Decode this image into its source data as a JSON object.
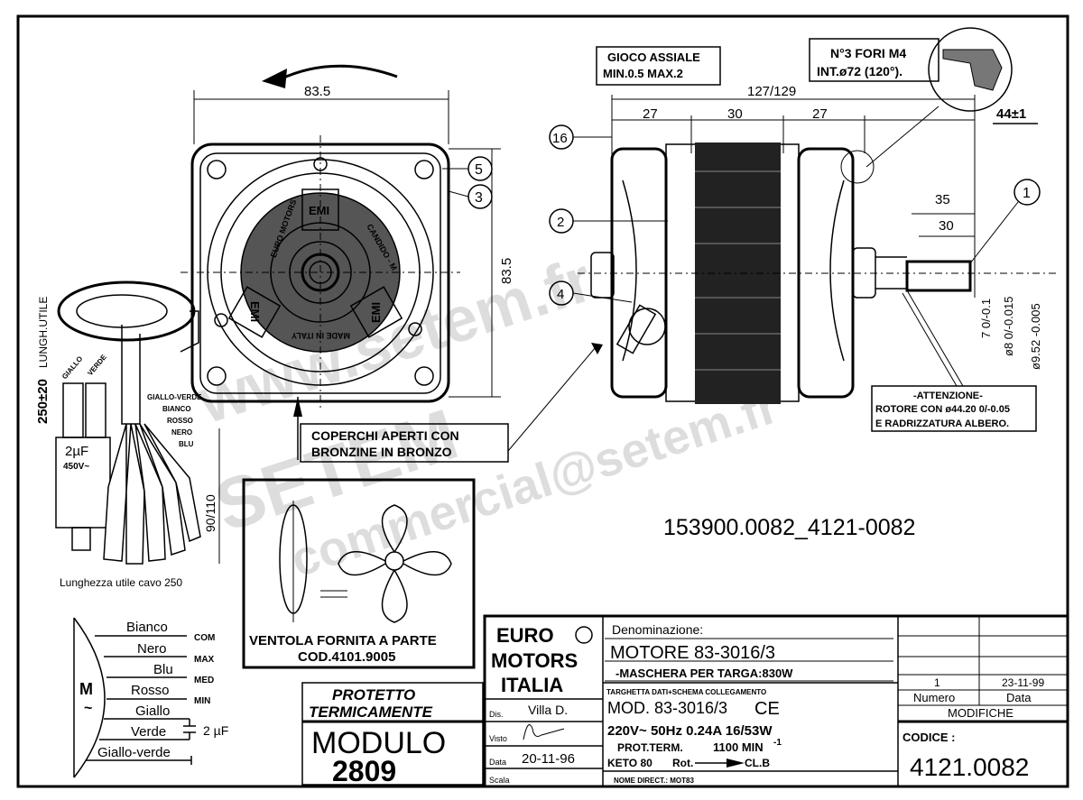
{
  "front_view": {
    "width_dim": "83.5",
    "height_dim": "83.5",
    "label_emi": "EMI",
    "ring_text_left": "EURO MOTORS",
    "ring_text_right": "CANDIDO - M",
    "ring_text_bottom": "MADE IN ITALY",
    "balloon_5": "5",
    "balloon_3": "3"
  },
  "side_view": {
    "overall_dim": "127/129",
    "dim_a": "27",
    "dim_b": "30",
    "dim_c": "27",
    "dim_44": "44±1",
    "dim_35": "35",
    "dim_30": "30",
    "tol_7": "7 0/-0.1",
    "tol_8": "ø8 0/-0.015",
    "tol_952": "ø9.52 -0.005",
    "balloon_16": "16",
    "balloon_2": "2",
    "balloon_4": "4",
    "balloon_1": "1"
  },
  "notes": {
    "gioco_line1": "GIOCO ASSIALE",
    "gioco_line2": "MIN.0.5  MAX.2",
    "fori_line1": "N°3 FORI M4",
    "fori_line2": "INT.ø72 (120°).",
    "attenzione_title": "-ATTENZIONE-",
    "attenzione_line1": "ROTORE CON ø44.20 0/-0.05",
    "attenzione_line2": "E RADRIZZATURA ALBERO.",
    "coperchi_line1": "COPERCHI APERTI CON",
    "coperchi_line2": "BRONZINE IN BRONZO",
    "part_code": "153900.0082_4121-0082"
  },
  "cable": {
    "length_dim": "250±20",
    "length_label": "LUNGH.UTILE",
    "wire_giallo": "GIALLO",
    "wire_verde": "VERDE",
    "wire_labels": [
      "GIALLO-VERDE",
      "BIANCO",
      "ROSSO",
      "NERO",
      "BLU"
    ],
    "capacitor_value": "2µF",
    "capacitor_voltage": "450V~",
    "terminal_dim": "90/110",
    "caption": "Lunghezza utile cavo 250"
  },
  "fan": {
    "line1": "VENTOLA FORNITA A PARTE",
    "line2": "COD.4101.9005"
  },
  "wiring": {
    "motor_symbol": "M",
    "motor_tilde": "~",
    "wires": [
      {
        "name": "Bianco",
        "function": "COM"
      },
      {
        "name": "Nero",
        "function": "MAX"
      },
      {
        "name": "Blu",
        "function": "MED"
      },
      {
        "name": "Rosso",
        "function": "MIN"
      },
      {
        "name": "Giallo",
        "function": ""
      },
      {
        "name": "Verde",
        "function": "2 µF"
      },
      {
        "name": "Giallo-verde",
        "function": ""
      }
    ]
  },
  "protection": {
    "line1": "PROTETTO",
    "line2": "TERMICAMENTE",
    "modulo_label": "MODULO",
    "modulo_number": "2809"
  },
  "title_block": {
    "logo": [
      "EURO",
      "MOTORS",
      "ITALIA"
    ],
    "dis_label": "Dis.",
    "dis_value": "Villa D.",
    "visto_label": "Visto",
    "data_label": "Data",
    "data_value": "20-11-96",
    "scala_label": "Scala",
    "denominazione_label": "Denominazione:",
    "denominazione_value": "MOTORE  83-3016/3",
    "maschera": "-MASCHERA  PER  TARGA:830W",
    "targhetta_label": "TARGHETTA DATI+SCHEMA COLLEGAMENTO",
    "mod": "MOD.  83-3016/3",
    "ce_mark": "CE",
    "electrical": "220V~ 50Hz 0.24A 16/53W",
    "prot_term": "PROT.TERM.",
    "speed": "1100 MIN",
    "speed_exp": "-1",
    "keto": "KETO 80",
    "rot": "Rot.",
    "rot_cl": "CL.B",
    "nome_direct": "NOME DIRECT.: MOT83",
    "modifiche_numero_value": "1",
    "modifiche_data_value": "23-11-99",
    "numero_label": "Numero",
    "data_col_label": "Data",
    "modifiche_label": "MODIFICHE",
    "codice_label": "CODICE :",
    "codice_value": "4121.0082"
  },
  "watermark": [
    "www.setem.fr",
    "SETEM",
    "commercial@setem.fr"
  ]
}
